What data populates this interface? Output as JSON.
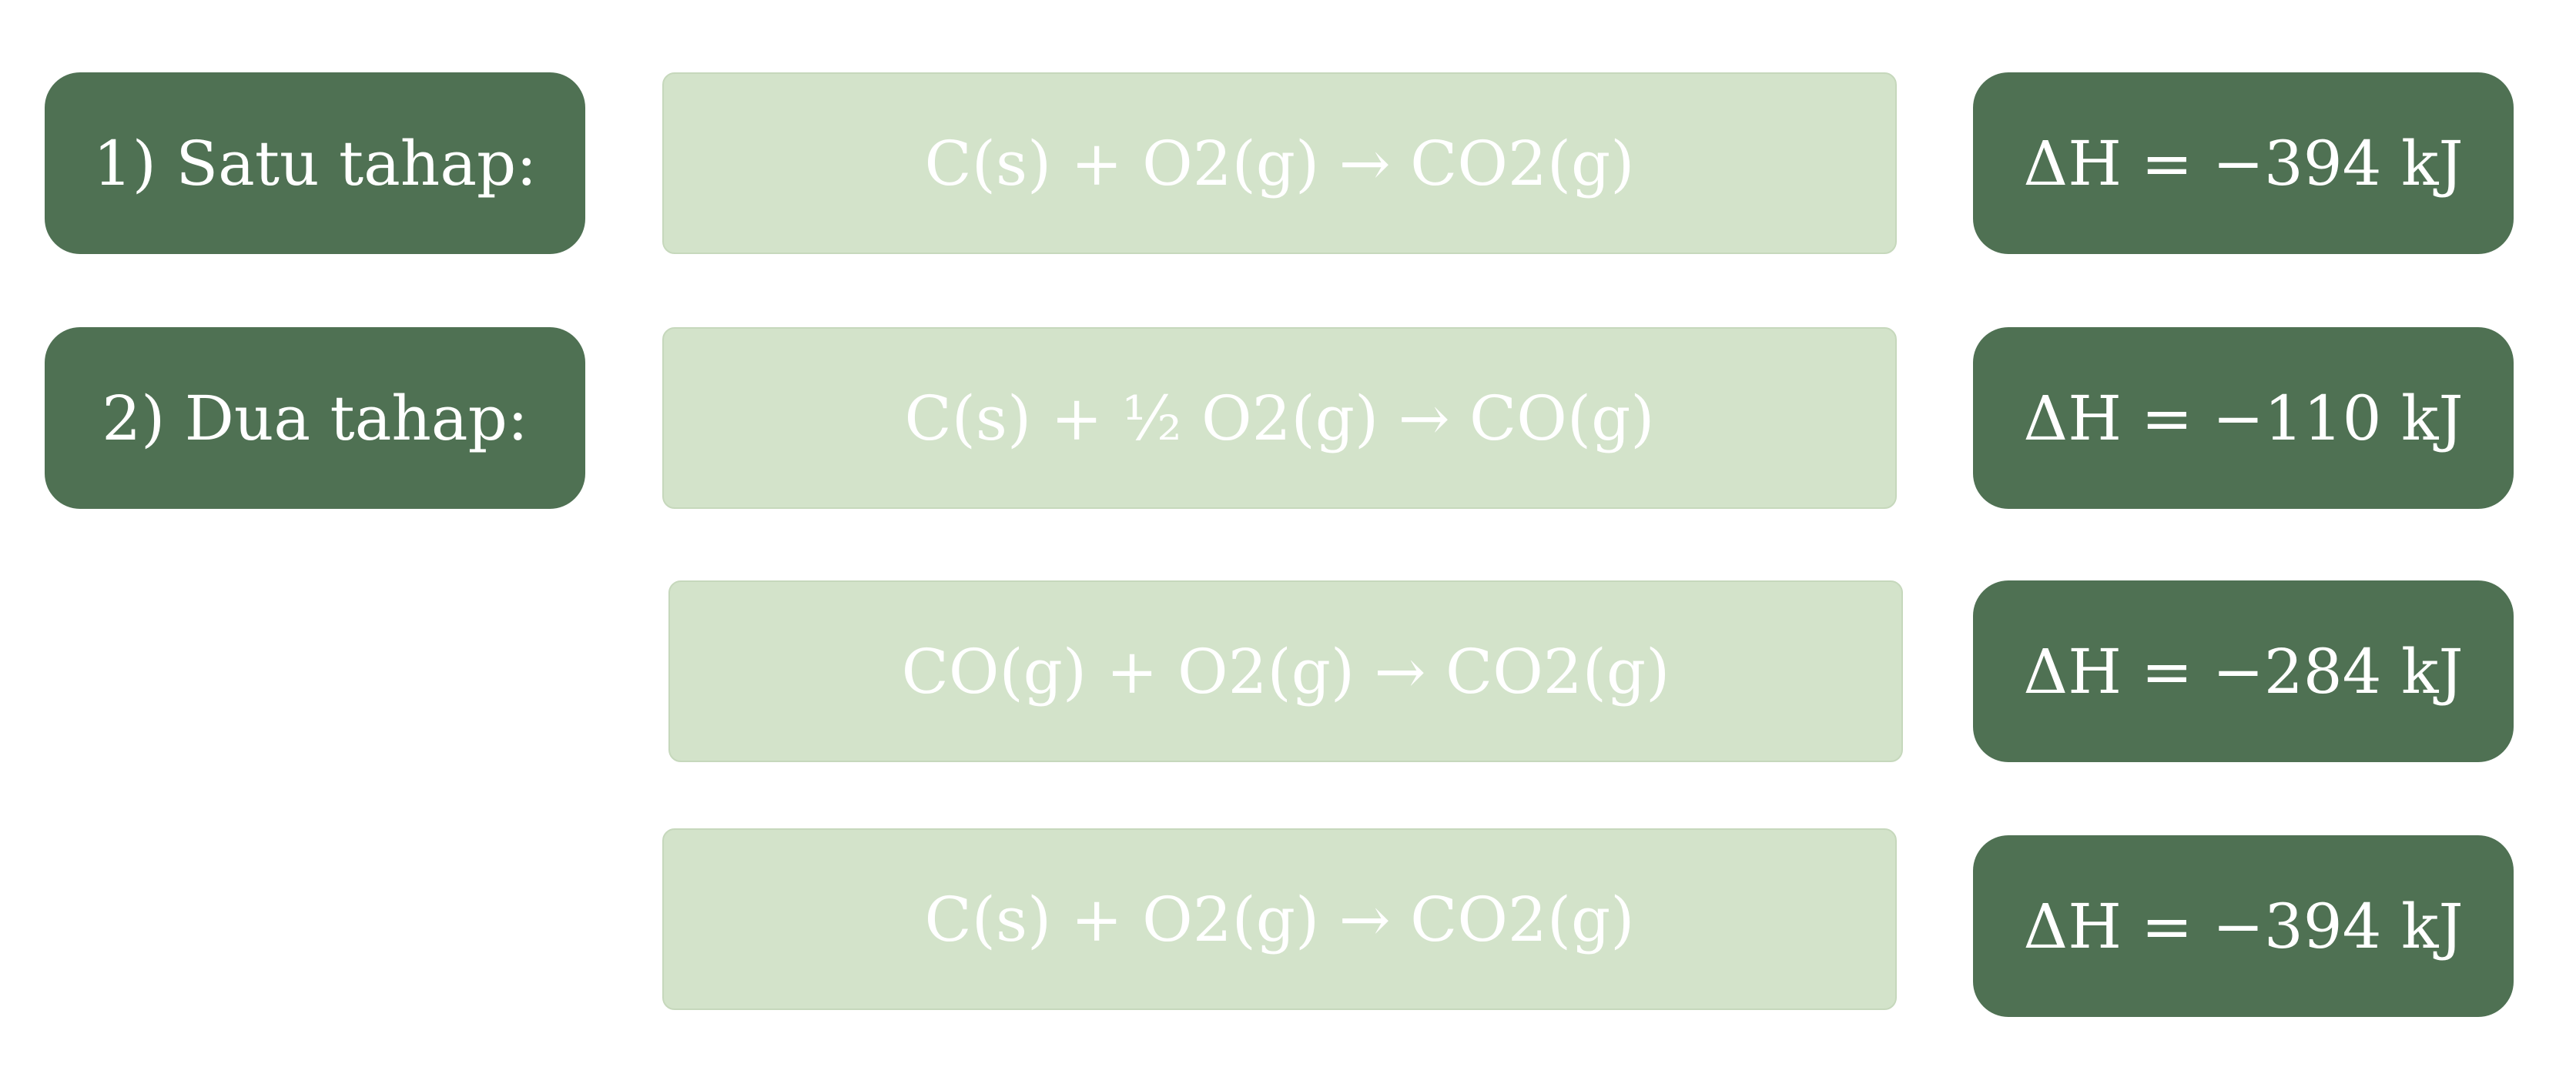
{
  "steps": [
    {
      "label": "1) Satu tahap:"
    },
    {
      "label": "2) Dua tahap:"
    }
  ],
  "equations": [
    "C(s) + O2(g) → CO2(g)",
    "C(s) + ½ O2(g) → CO(g)",
    "CO(g) + O2(g) → CO2(g)",
    "C(s) + O2(g) → CO2(g)"
  ],
  "enthalpies": [
    "ΔH = −394 kJ",
    "ΔH = −110 kJ",
    "ΔH = −284 kJ",
    "ΔH = −394 kJ"
  ],
  "colors": {
    "dark_box": "#4f7153",
    "light_box": "#d3e3ca",
    "text": "#ffffff",
    "background": "#ffffff"
  }
}
